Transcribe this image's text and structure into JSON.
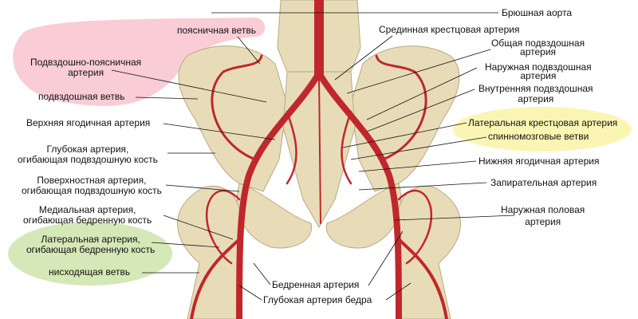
{
  "colors": {
    "bone": "#e8dcb8",
    "bone_shade": "#cdbf95",
    "artery": "#c0272d",
    "highlight_pink": "#f9ccd6",
    "highlight_yellow": "#fbf5b4",
    "highlight_green": "#d5e8b8"
  },
  "labels_left": {
    "lumbar_branch": "поясничная ветвь",
    "iliolumbar": [
      "Подвздошно-поясничная",
      "артерия"
    ],
    "iliac_branch": "подвздошная ветвь",
    "superior_gluteal": "Верхняя ягодичная артерия",
    "deep_circumflex_iliac": [
      "Глубокая артерия,",
      "огибающая подвздошную кость"
    ],
    "superficial_circumflex_iliac": [
      "Поверхностная артерия,",
      "огибающая подвздошную кость"
    ],
    "medial_circumflex_femoral": [
      "Медиальная артерия,",
      "огибающая бедренную кость"
    ],
    "lateral_circumflex_femoral": [
      "Латеральная артерия,",
      "огибающая бедренную кость"
    ],
    "descending_branch": "нисходящая ветвь"
  },
  "labels_right": {
    "abdominal_aorta": "Брюшная аорта",
    "median_sacral": "Срединная крестцовая артерия",
    "common_iliac": [
      "Общая подвздошная",
      "артерия"
    ],
    "external_iliac": [
      "Наружная подвздошная",
      "артерия"
    ],
    "internal_iliac": [
      "Внутренняя подвздошная",
      "артерия"
    ],
    "lateral_sacral": "Латеральная крестцовая артерия",
    "spinal_branches": "спинномозговые ветви",
    "inferior_gluteal": "Нижняя ягодичная артерия",
    "obturator": "Запирательная артерия",
    "external_pudendal": [
      "Наружная половая",
      "артерия"
    ]
  },
  "labels_bottom": {
    "femoral": "Бедренная артерия",
    "deep_femoral": "Глубокая артерия бедра"
  }
}
